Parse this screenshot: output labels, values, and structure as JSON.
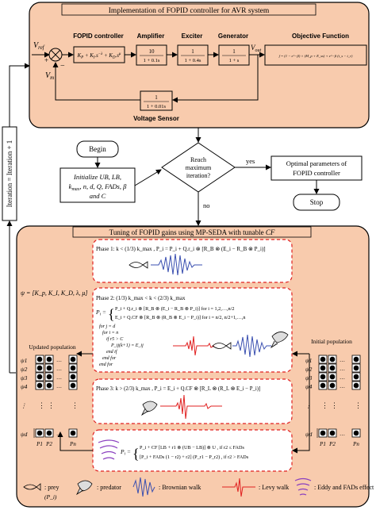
{
  "colors": {
    "panel_fill": "#f8cbad",
    "border": "#000000",
    "dashed_red": "#e02020",
    "white": "#ffffff",
    "brownian_blue": "#3a4fb0",
    "levy_red": "#e02020",
    "eddy_purple": "#8a3fbf"
  },
  "top_panel": {
    "title": "Implementation of FOPID controller for AVR system",
    "vref": "V",
    "vref_sub": "ref",
    "vm": "V",
    "vm_sub": "m",
    "vout": "V",
    "vout_sub": "out",
    "plus": "+",
    "minus": "−",
    "fopid_label": "FOPID controller",
    "fopid_tf": "K_P + K_I s^-λ + K_D s^μ",
    "amplifier_label": "Amplifier",
    "amplifier_num": "10",
    "amplifier_den": "1 + 0.1s",
    "exciter_label": "Exciter",
    "exciter_num": "1",
    "exciter_den": "1 + 0.4s",
    "generator_label": "Generator",
    "generator_num": "1",
    "generator_den": "1 + s",
    "objective_label": "Objective Function",
    "objective_formula": "f = (1 − e^−β) × (M_p + E_ss) + e^−β (t_s − t_r)",
    "sensor_num": "1",
    "sensor_den": "1 + 0.01s",
    "sensor_label": "Voltage Sensor"
  },
  "flow": {
    "iteration_label": "Iteration = Iteration + 1",
    "begin": "Begin",
    "initialize": "Initialize UB, LB, k_max, n, d, Q, FADs, β and C",
    "decision": "Reach maximum iteration?",
    "yes": "yes",
    "no": "no",
    "optimal": "Optimal parameters of FOPID controller",
    "stop": "Stop"
  },
  "bottom_panel": {
    "title": "Tuning of FOPID gains using MP-SEDA with tunable CF",
    "psi_def": "ψ = [K_p, K_I, K_D, λ, μ]",
    "updated_population": "Updated population",
    "initial_population": "Initial population",
    "left_rows": [
      "ψ1",
      "ψ2",
      "ψ3",
      "ψ4",
      "⋮",
      "ψd"
    ],
    "right_rows": [
      "ψ1",
      "ψ2",
      "ψ3",
      "ψ4",
      "⋮",
      "ψd"
    ],
    "left_cols": [
      "P1",
      "P2",
      "Pn"
    ],
    "right_cols": [
      "P1",
      "P2",
      "Pn"
    ],
    "phase1": "Phase 1: k < (1/3) k_max ,  P_i = P_i + Q.r_i ⊗ [R_B ⊗ (E_i − R_B ⊗ P_i)]",
    "phase2_head": "Phase 2: (1/3) k_max < k < (2/3) k_max",
    "phase2_l1": "P_i + Q.r_i ⊗ [R_B ⊗ (E_i − R_B ⊗ P_i)]  for i = 1,2,…,n/2",
    "phase2_l2": "E_i + Q.CF ⊗ [R_B ⊗ (R_B ⊗ E_i − P_i)]  for i = n/2, n/2+1,…,n",
    "phase2_code": [
      "for j = d",
      "for i = n",
      "if r5 > C",
      "P_ij(k+1) = E_ij",
      "end if",
      "end for",
      "end for"
    ],
    "phase3": "Phase 3: k > (2/3) k_max ,  P_i = E_i + Q.CF ⊗ [R_L ⊗ (R_L ⊗ E_i − P_i)]",
    "fads_l1": "P_i + CF [LB + r1 ⊗ (UB − LB)] ⊗ U , if r2 ≤ FADs",
    "fads_l2": "[P_i + FADs (1 − r2) + r2] (P_r1 − P_r2) , if r2 > FADs",
    "legend": {
      "prey": ": prey",
      "prey_sym": "(P_i)",
      "predator": ": predator",
      "brownian": ": Brownian walk",
      "levy": ": Levy walk",
      "eddy": ": Eddy and FADs effect"
    }
  }
}
